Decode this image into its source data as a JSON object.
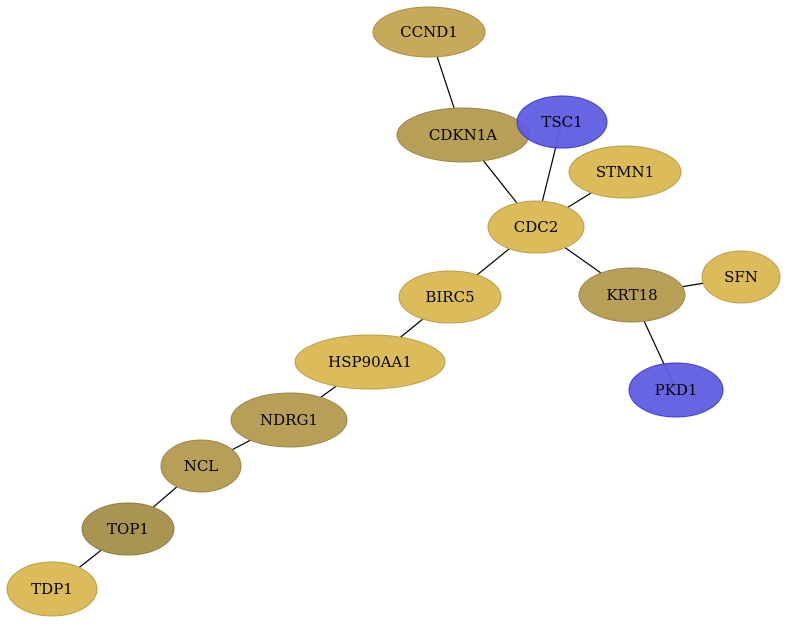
{
  "colors": {
    "gold": "#dcbb5b",
    "dark_gold": "#c6a95a",
    "olive": "#b89f58",
    "dark_olive": "#aa9452",
    "blue": "#5f5de0",
    "blue_stroke": "#3f3dd0",
    "edge": "#000000"
  },
  "nodes": [
    {
      "id": "CCND1",
      "label": "CCND1",
      "color": "dark_gold"
    },
    {
      "id": "CDKN1A",
      "label": "CDKN1A",
      "color": "olive"
    },
    {
      "id": "TSC1",
      "label": "TSC1",
      "color": "blue"
    },
    {
      "id": "STMN1",
      "label": "STMN1",
      "color": "gold"
    },
    {
      "id": "CDC2",
      "label": "CDC2",
      "color": "gold"
    },
    {
      "id": "SFN",
      "label": "SFN",
      "color": "gold"
    },
    {
      "id": "KRT18",
      "label": "KRT18",
      "color": "olive"
    },
    {
      "id": "BIRC5",
      "label": "BIRC5",
      "color": "gold"
    },
    {
      "id": "HSP90AA1",
      "label": "HSP90AA1",
      "color": "gold"
    },
    {
      "id": "PKD1",
      "label": "PKD1",
      "color": "blue"
    },
    {
      "id": "NDRG1",
      "label": "NDRG1",
      "color": "olive"
    },
    {
      "id": "NCL",
      "label": "NCL",
      "color": "olive"
    },
    {
      "id": "TOP1",
      "label": "TOP1",
      "color": "dark_olive"
    },
    {
      "id": "TDP1",
      "label": "TDP1",
      "color": "gold"
    }
  ],
  "edges": [
    [
      "CCND1",
      "CDKN1A"
    ],
    [
      "CDKN1A",
      "CDC2"
    ],
    [
      "TSC1",
      "CDC2"
    ],
    [
      "STMN1",
      "CDC2"
    ],
    [
      "CDC2",
      "KRT18"
    ],
    [
      "CDC2",
      "BIRC5"
    ],
    [
      "KRT18",
      "SFN"
    ],
    [
      "KRT18",
      "PKD1"
    ],
    [
      "BIRC5",
      "HSP90AA1"
    ],
    [
      "HSP90AA1",
      "NDRG1"
    ],
    [
      "NDRG1",
      "NCL"
    ],
    [
      "NCL",
      "TOP1"
    ],
    [
      "TOP1",
      "TDP1"
    ]
  ]
}
